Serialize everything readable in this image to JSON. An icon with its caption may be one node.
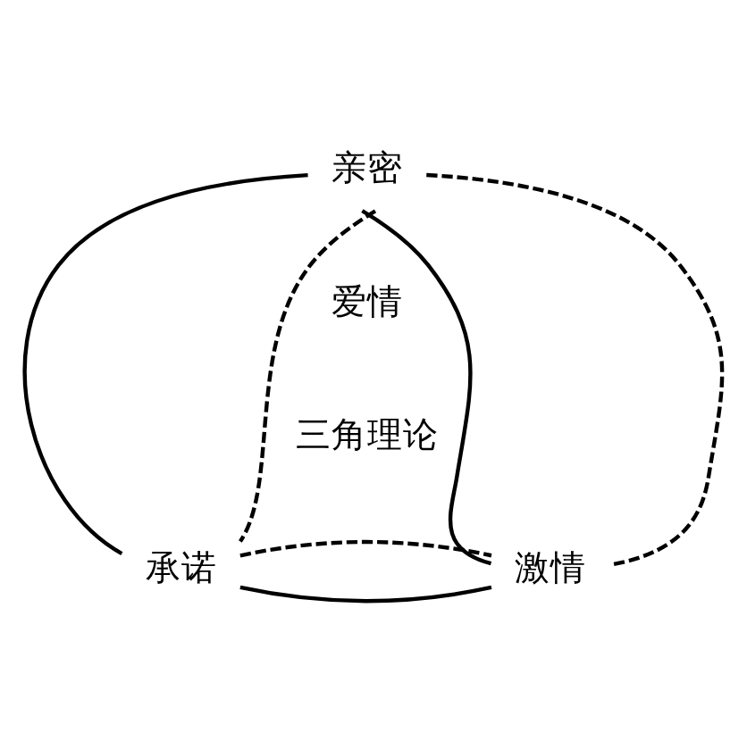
{
  "diagram": {
    "nodes": [
      {
        "text": [
          "亲密"
        ]
      },
      {
        "text": [
          "承诺"
        ]
      },
      {
        "text": [
          "激情"
        ]
      }
    ],
    "edges": [
      {
        "from": 0,
        "to": 1,
        "arrow": "none"
      },
      {
        "from": 0,
        "to": 2,
        "arrow": "none"
      },
      {
        "from": 1,
        "to": 2,
        "arrow": "none"
      },
      {
        "from": 0,
        "to": 1,
        "arrow": "none",
        "style": "dashed"
      },
      {
        "from": 0,
        "to": 2,
        "arrow": "none",
        "style": "dashed"
      },
      {
        "from": 1,
        "to": 2,
        "arrow": "none",
        "style": "dashed"
      }
    ],
    "labels": [
      "爱情",
      "三角理论"
    ]
  }
}
